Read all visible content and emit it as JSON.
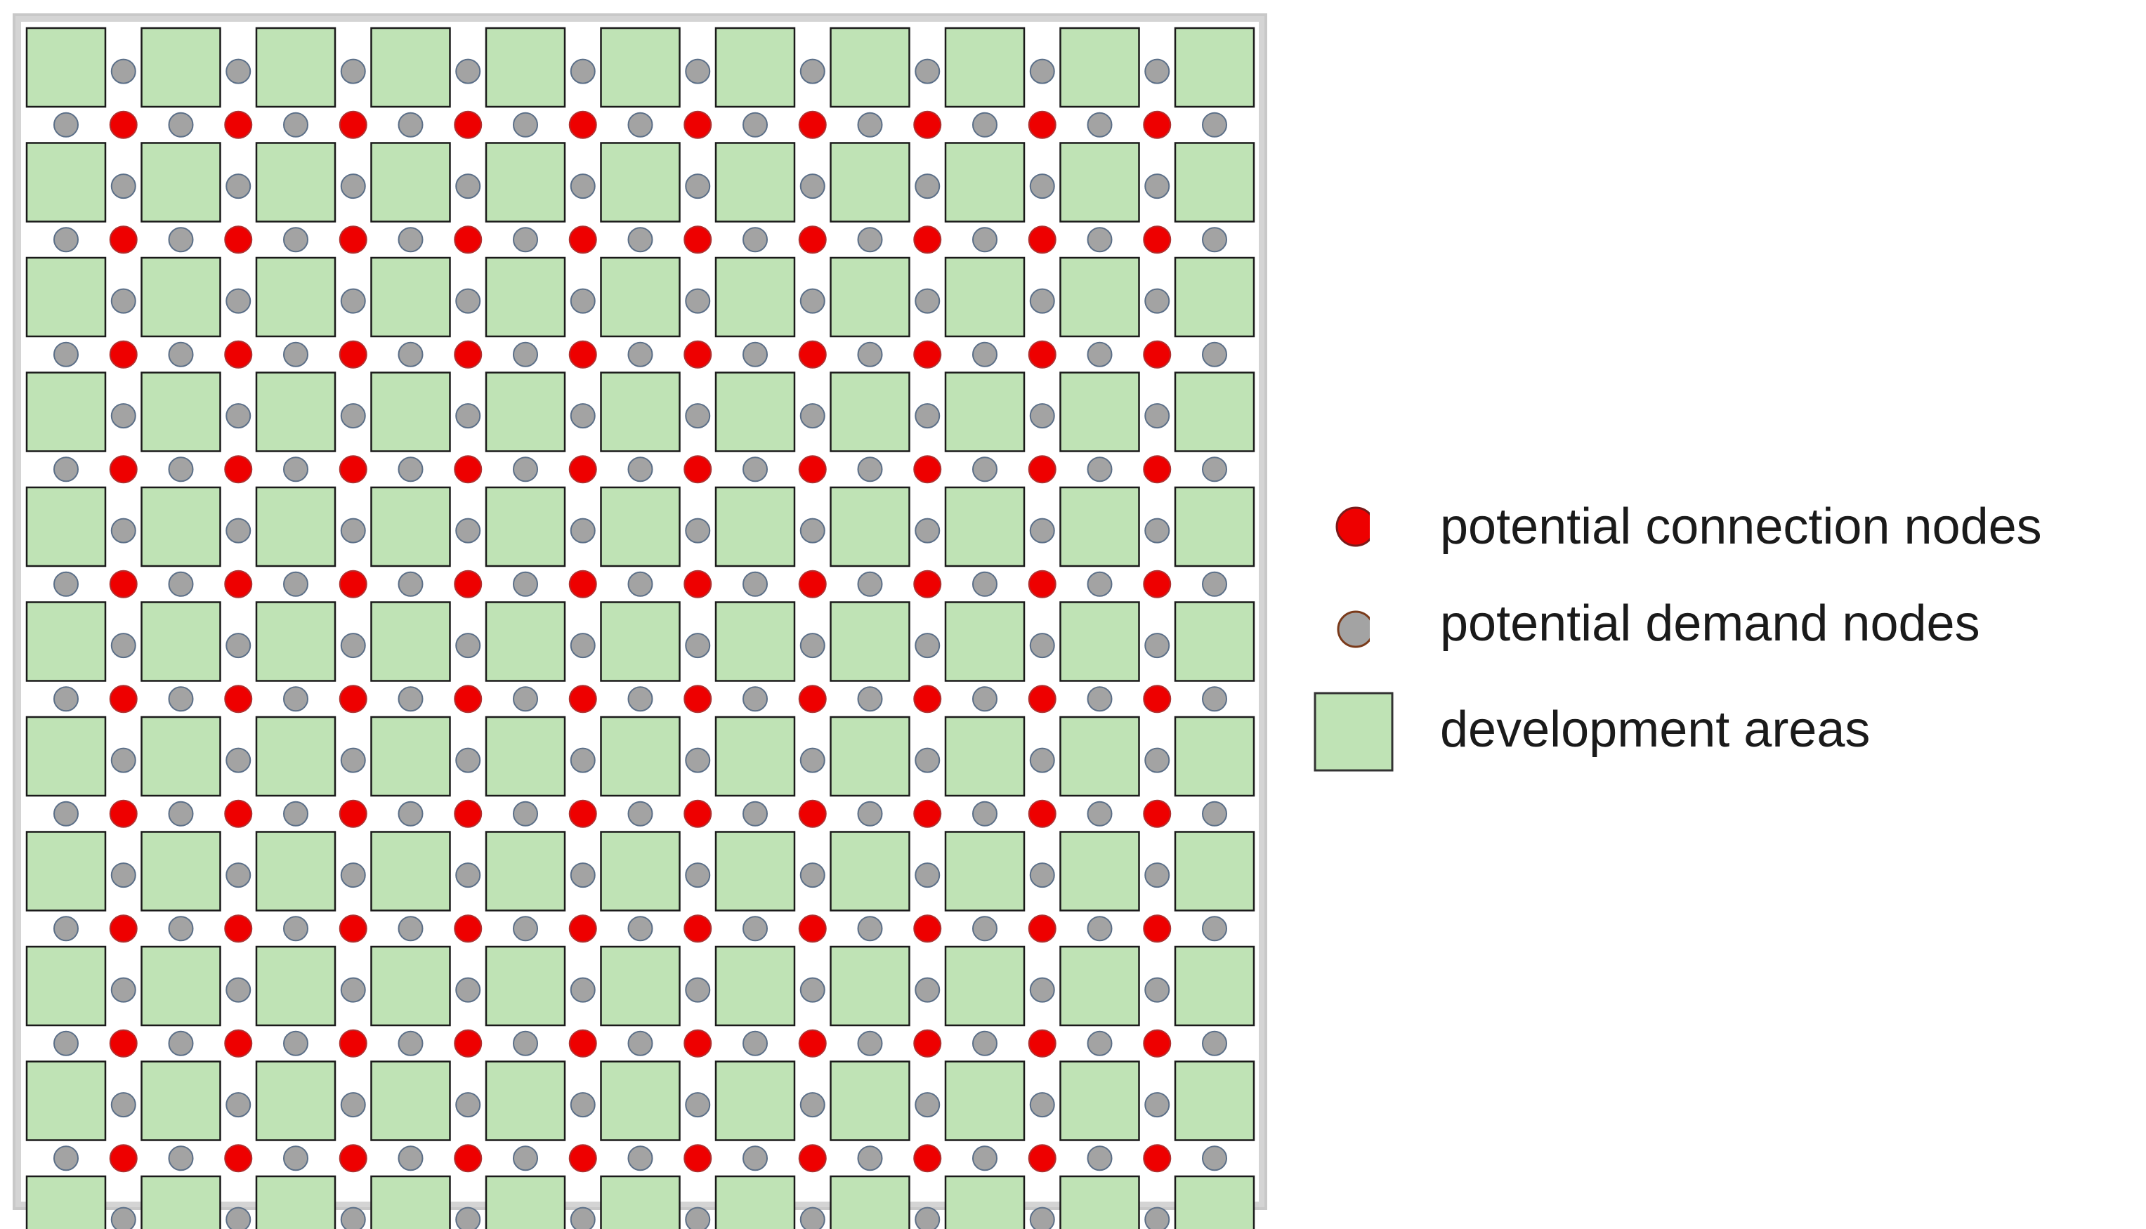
{
  "grid": {
    "rows": 11,
    "cols": 11
  },
  "colors": {
    "area_fill": "#bfe3b5",
    "area_stroke": "#1a1a1a",
    "connection_fill": "#ee0000",
    "connection_stroke": "#b03030",
    "demand_fill": "#a3a3a3",
    "demand_stroke": "#5b6f88",
    "frame_border": "#c8c8c8"
  },
  "legend": {
    "items": [
      {
        "label": "potential connection nodes",
        "icon": "red-circle-icon"
      },
      {
        "label": "potential demand nodes",
        "icon": "gray-circle-icon"
      },
      {
        "label": "development areas",
        "icon": "green-square-icon"
      }
    ]
  }
}
